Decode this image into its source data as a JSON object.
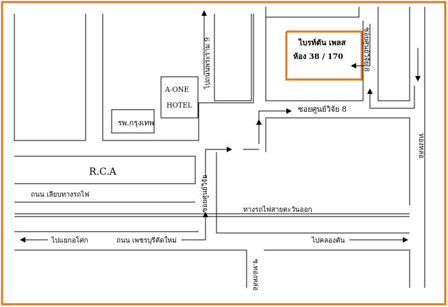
{
  "colors": {
    "frame": "#E07820",
    "highlight": "#E07820",
    "line": "#000000",
    "background": "#FFFFFF"
  },
  "buildings": {
    "condo_name": "ไบรท์ตัน เพลส",
    "condo_room": "ห้อง 38 / 170",
    "hotel_line1": "A-ONE",
    "hotel_line2": "HOTEL",
    "hospital": "รพ.กรุงเทพ",
    "rca": "R.C.A"
  },
  "roads": {
    "to_rama9": "ไปถนนพระราม 9",
    "soi_soonvijai8_vertical": "ซอยศูนย์วิจัย 8",
    "soi_soonvijai8_horizontal": "ซอยศูนย์วิจัย 8",
    "soi_soonvijai": "ซอยศูนย์วิจัย",
    "thonglor": "ทองหล่อ",
    "rail_road": "ถนน เลียบทางรถไฟ",
    "railway": "ทางรถไฟสายตะวันออก",
    "petchaburi": "ถนน เพชรบุรีตัดใหม่",
    "to_ekkamai": "ไปแยกอโศก",
    "to_klongtan": "ไปคลองตัน",
    "soi_thonglor": "ซ.ทองหล่อ"
  }
}
